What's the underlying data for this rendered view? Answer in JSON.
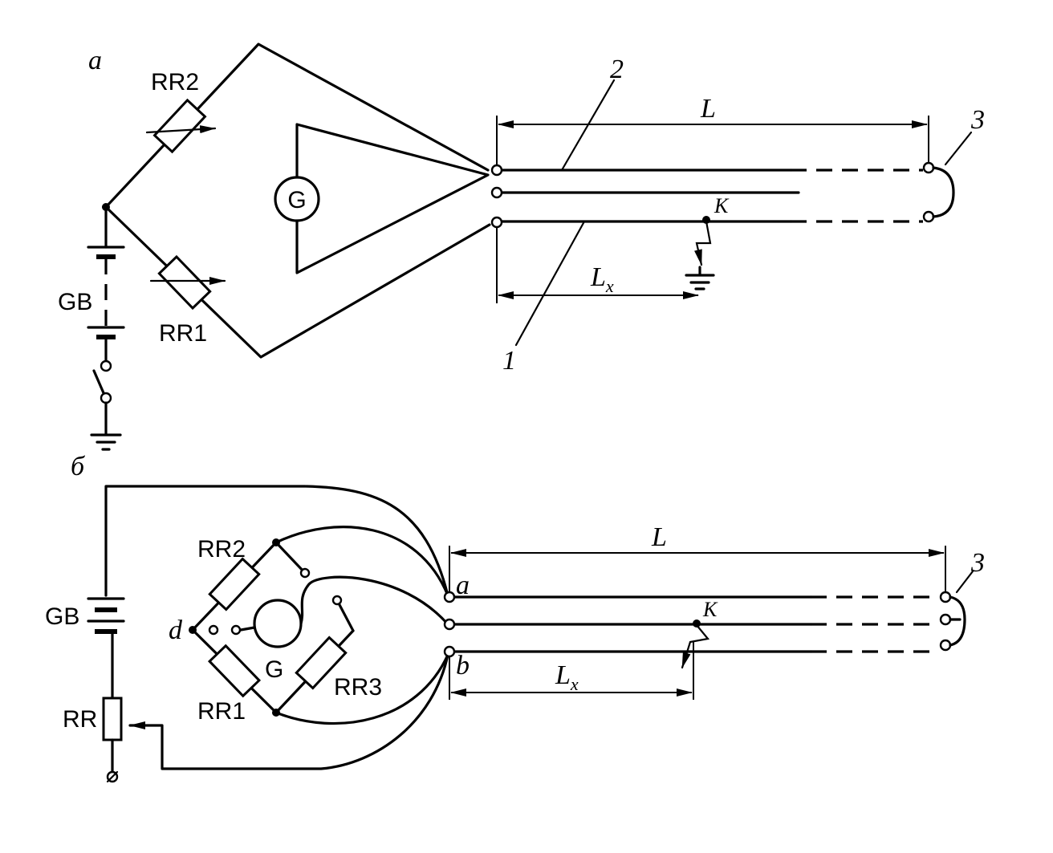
{
  "panel_a": {
    "label": "а",
    "resistor_top": "RR2",
    "resistor_bottom": "RR1",
    "battery": "GB",
    "galvanometer": "G",
    "callout_1": "1",
    "callout_2": "2",
    "callout_3": "3",
    "length_total": "L",
    "length_fault": "L",
    "length_fault_sub": "x",
    "fault": "K"
  },
  "panel_b": {
    "label": "б",
    "resistor_top": "RR2",
    "resistor_bottom": "RR1",
    "resistor_third": "RR3",
    "rheostat": "RR",
    "battery": "GB",
    "galvanometer": "G",
    "node_d": "d",
    "node_a": "a",
    "node_b": "b",
    "callout_3": "3",
    "length_total": "L",
    "length_fault": "L",
    "length_fault_sub": "x",
    "fault": "K"
  }
}
